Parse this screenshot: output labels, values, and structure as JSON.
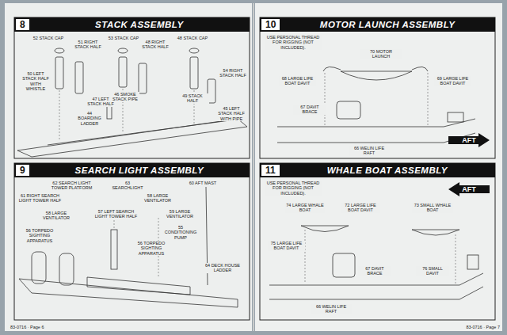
{
  "diagram": {
    "nodes": [
      {
        "text": [
          "8",
          "STACK ASSEMBLY"
        ]
      },
      {
        "text": [
          "9",
          "SEARCH LIGHT ASSEMBLY"
        ]
      },
      {
        "text": [
          "10",
          "MOTOR LAUNCH ASSEMBLY"
        ]
      },
      {
        "text": [
          "AFT"
        ]
      },
      {
        "text": [
          "11",
          "WHALE BOAT ASSEMBLY"
        ]
      },
      {
        "text": [
          "AFT"
        ]
      }
    ],
    "edges": [],
    "labels": [
      "52 STACK CAP",
      "51 RIGHT STACK HALF",
      "53 STACK CAP",
      "48 RIGHT STACK HALF",
      "48 STACK CAP",
      "50 LEFT STACK HALF WITH WHISTLE",
      "47 LEFT STACK HALF",
      "46 SMOKE STACK PIPE",
      "49 STACK HALF",
      "44 BOARDING LADDER",
      "54 RIGHT STACK HALF",
      "45 LEFT STACK HALF WITH PIPE",
      "62 SEARCH LIGHT TOWER PLATFORM",
      "63 SEARCHLIGHT",
      "60 AFT MAST",
      "61 RIGHT SEARCH LIGHT TOWER HALF",
      "58 LARGE VENTILATOR",
      "58 LARGE VENTILATOR",
      "57 LEFT SEARCH LIGHT TOWER HALF",
      "59 LARGE VENTILATOR",
      "55 CONDITIONING PUMP",
      "56 TORPEDO SIGHTING APPARATUS",
      "56 TORPEDO SIGHTING APPARATUS",
      "64 DECK HOUSE LADDER",
      "USE PERSONAL THREAD FOR RIGGING (NOT INCLUDED).",
      "70 MOTOR LAUNCH",
      "68 LARGE LIFE BOAT DAVIT",
      "69 LARGE LIFE BOAT DAVIT",
      "67 DAVIT BRACE",
      "66 WELIN LIFE RAFT",
      "USE PERSONAL THREAD FOR RIGGING (NOT INCLUDED).",
      "74 LARGE WHALE BOAT",
      "72 LARGE LIFE BOAT DAVIT",
      "73 SMALL WHALE BOAT",
      "75 LARGE LIFE BOAT DAVIT",
      "67 DAVIT BRACE",
      "76 SMALL DAVIT",
      "66 WELIN LIFE RAFT",
      "83-0716 · Page 6",
      "83-0716 · Page 7"
    ]
  }
}
